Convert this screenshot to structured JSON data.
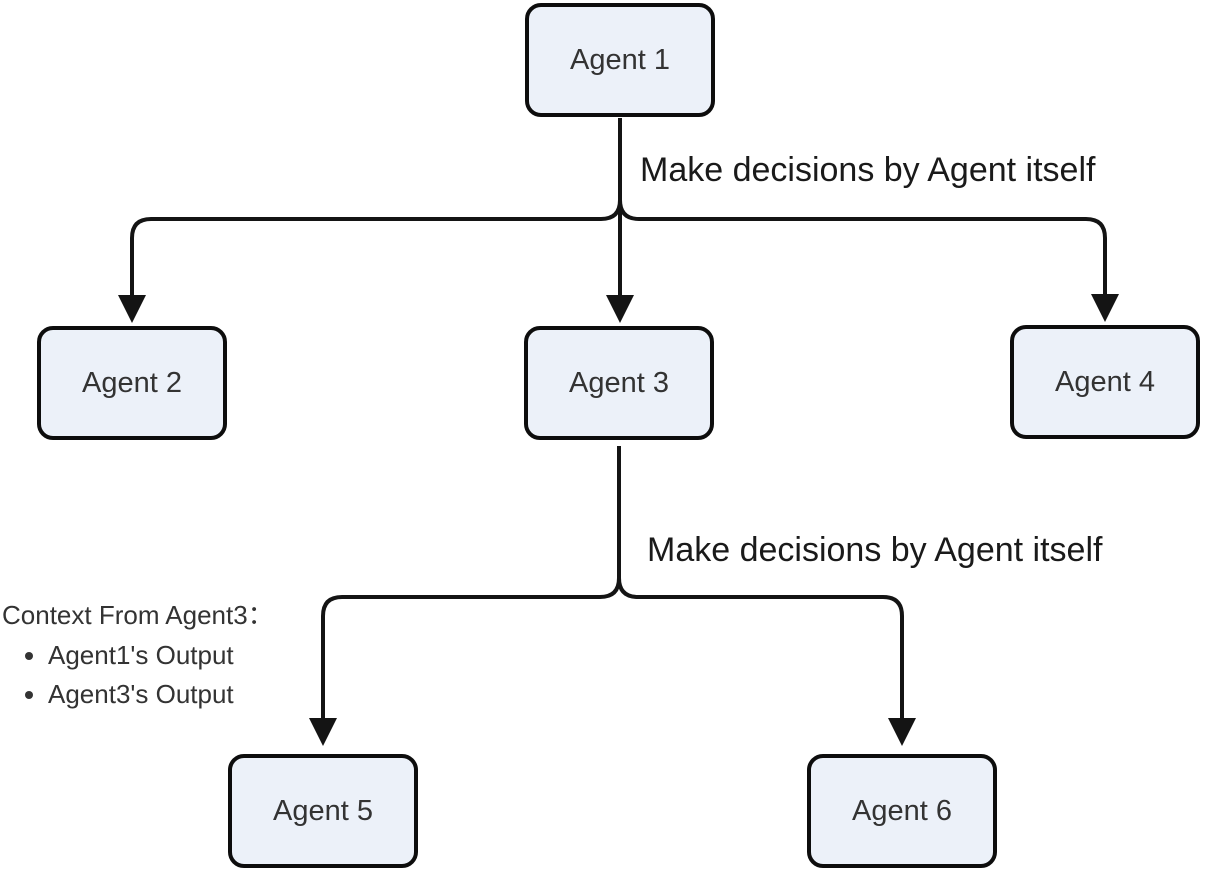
{
  "diagram": {
    "type": "flowchart",
    "background": "#ffffff",
    "colors": {
      "node_fill": "#ecf1f9",
      "node_border": "#0d0d0d",
      "edge_line": "#141414",
      "node_text": "#333333",
      "label_text": "#1a1a1a"
    },
    "nodes": [
      {
        "id": "agent-1",
        "label": "Agent 1"
      },
      {
        "id": "agent-2",
        "label": "Agent 2"
      },
      {
        "id": "agent-3",
        "label": "Agent 3"
      },
      {
        "id": "agent-4",
        "label": "Agent 4"
      },
      {
        "id": "agent-5",
        "label": "Agent 5"
      },
      {
        "id": "agent-6",
        "label": "Agent 6"
      }
    ],
    "edges": [
      {
        "from": "Agent 1",
        "to": "Agent 2"
      },
      {
        "from": "Agent 1",
        "to": "Agent 3"
      },
      {
        "from": "Agent 1",
        "to": "Agent 4"
      },
      {
        "from": "Agent 3",
        "to": "Agent 5"
      },
      {
        "from": "Agent 3",
        "to": "Agent 6"
      }
    ],
    "edge_labels": [
      {
        "attached_to": "Agent 1 branch",
        "text": "Make decisions by Agent itself"
      },
      {
        "attached_to": "Agent 3 branch",
        "text": "Make decisions by Agent itself"
      }
    ],
    "context_note": {
      "title": "Context From Agent3：",
      "items": [
        "Agent1's Output",
        "Agent3's Output"
      ]
    }
  }
}
